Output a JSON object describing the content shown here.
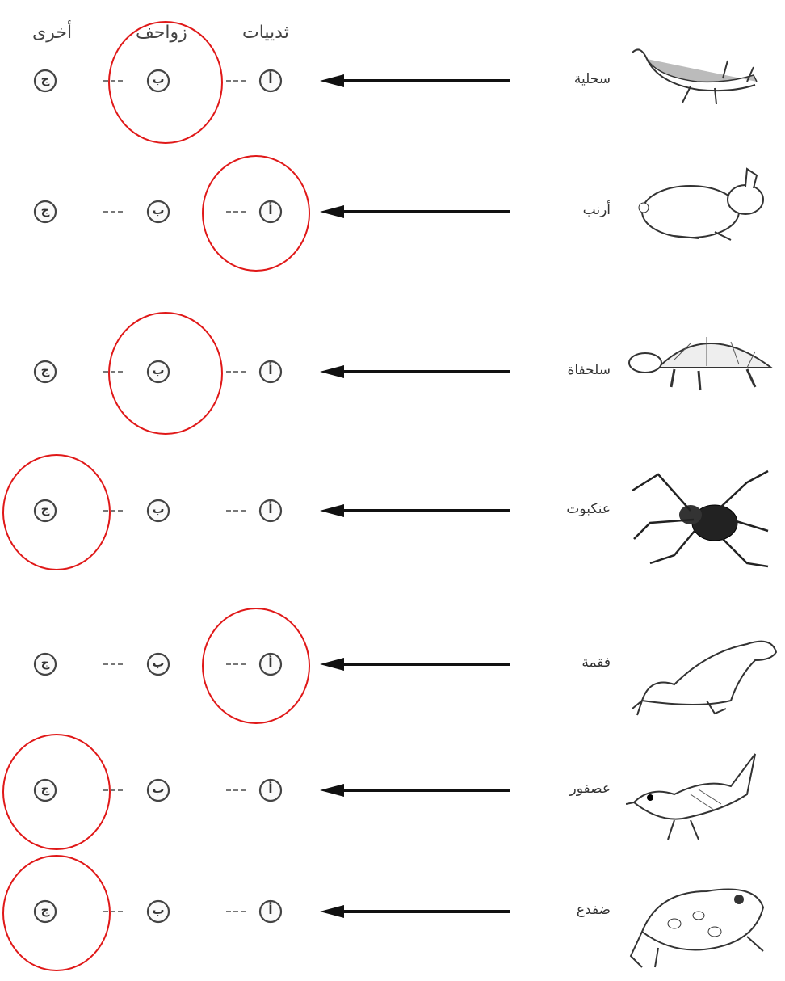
{
  "headers": {
    "col_mammals": "ثدييات",
    "col_reptiles": "زواحف",
    "col_other": "أخرى"
  },
  "option_letters": {
    "a": "أ",
    "b": "ب",
    "c": "ج"
  },
  "accent_color": "#e01818",
  "rows": [
    {
      "word": "سحلية",
      "animal_icon": "lizard-icon",
      "circled": "b"
    },
    {
      "word": "أرنب",
      "animal_icon": "rabbit-icon",
      "circled": "a"
    },
    {
      "word": "سلحفاة",
      "animal_icon": "turtle-icon",
      "circled": "b"
    },
    {
      "word": "عنكبوت",
      "animal_icon": "spider-icon",
      "circled": "c"
    },
    {
      "word": "فقمة",
      "animal_icon": "seal-icon",
      "circled": "a"
    },
    {
      "word": "عصفور",
      "animal_icon": "bird-icon",
      "circled": "c"
    },
    {
      "word": "ضفدع",
      "animal_icon": "frog-icon",
      "circled": "c"
    }
  ]
}
